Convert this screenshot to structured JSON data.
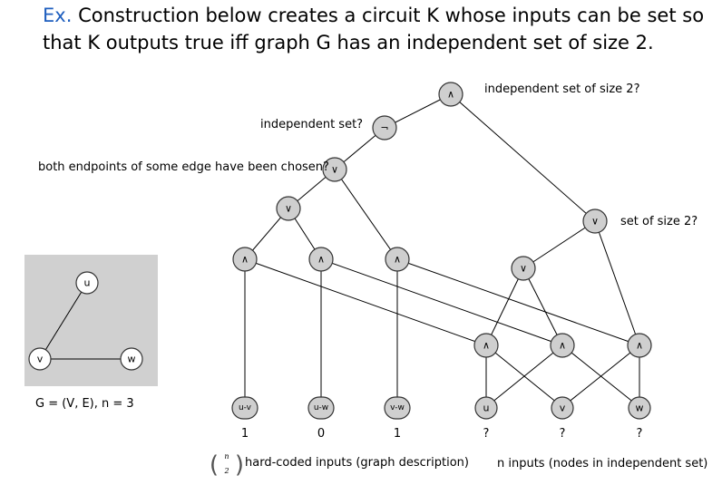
{
  "title": {
    "prefix": "Ex.",
    "line1": "Construction below creates a circuit K whose inputs can be set so",
    "line2": "that K outputs true iff graph G has an independent set of size 2."
  },
  "annotations": {
    "top": "independent set of size 2?",
    "independent": "independent set?",
    "endpoints": "both endpoints of some edge have been chosen?",
    "size2": "set of size 2?"
  },
  "gates": {
    "and": "∧",
    "or": "∨",
    "not": "¬"
  },
  "inputs": {
    "hardcoded": [
      {
        "label": "u-v",
        "value": "1"
      },
      {
        "label": "u-w",
        "value": "0"
      },
      {
        "label": "v-w",
        "value": "1"
      }
    ],
    "nodes": [
      {
        "label": "u",
        "value": "?"
      },
      {
        "label": "v",
        "value": "?"
      },
      {
        "label": "w",
        "value": "?"
      }
    ]
  },
  "bottom": {
    "binom_top": "n",
    "binom_bottom": "2",
    "hardcoded_label": "hard-coded inputs (graph description)",
    "node_inputs_label": "n inputs (nodes in independent set)"
  },
  "graph": {
    "nodes": [
      "u",
      "v",
      "w"
    ],
    "caption": "G = (V, E), n = 3",
    "background": "#d0d0d0"
  },
  "colors": {
    "accent": "#1f5fbf",
    "gate_fill": "#cfcfcf"
  }
}
